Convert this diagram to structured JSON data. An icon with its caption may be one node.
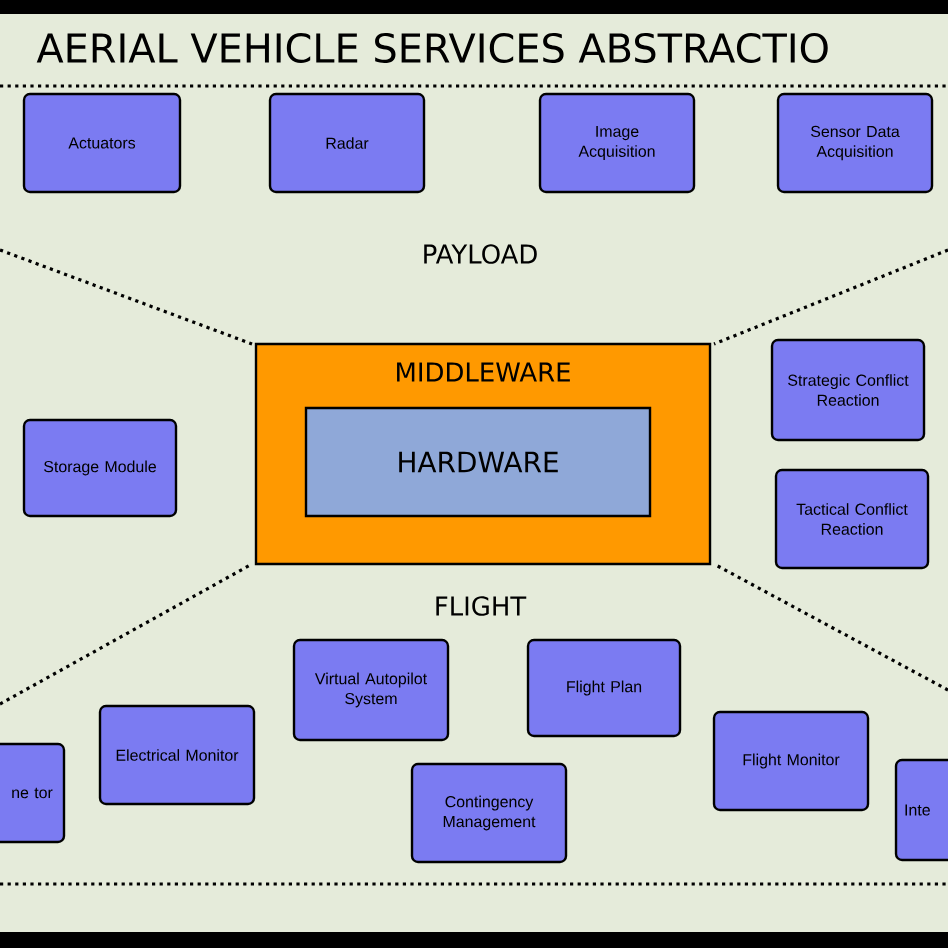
{
  "diagram": {
    "title": "AERIAL VEHICLE SERVICES ABSTRACTIO",
    "nodes": [
      {
        "text": [
          "Actuators"
        ]
      },
      {
        "text": [
          "Radar"
        ]
      },
      {
        "text": [
          "Image Acquisition"
        ]
      },
      {
        "text": [
          "Sensor Data Acquisition"
        ]
      },
      {
        "text": [
          "MIDDLEWARE"
        ]
      },
      {
        "text": [
          "HARDWARE"
        ],
        "in": 4
      },
      {
        "text": [
          "Storage Module"
        ]
      },
      {
        "text": [
          "Strategic Conflict Reaction"
        ]
      },
      {
        "text": [
          "Tactical Conflict Reaction"
        ]
      },
      {
        "text": [
          "Virtual Autopilot System"
        ]
      },
      {
        "text": [
          "Flight Plan"
        ]
      },
      {
        "text": [
          "ne tor"
        ]
      },
      {
        "text": [
          "Electrical Monitor"
        ]
      },
      {
        "text": [
          "Contingency Management"
        ]
      },
      {
        "text": [
          "Flight Monitor"
        ]
      },
      {
        "text": [
          "Inte"
        ]
      }
    ],
    "edges": [],
    "labels": [
      "PAYLOAD",
      "FLIGHT"
    ]
  }
}
